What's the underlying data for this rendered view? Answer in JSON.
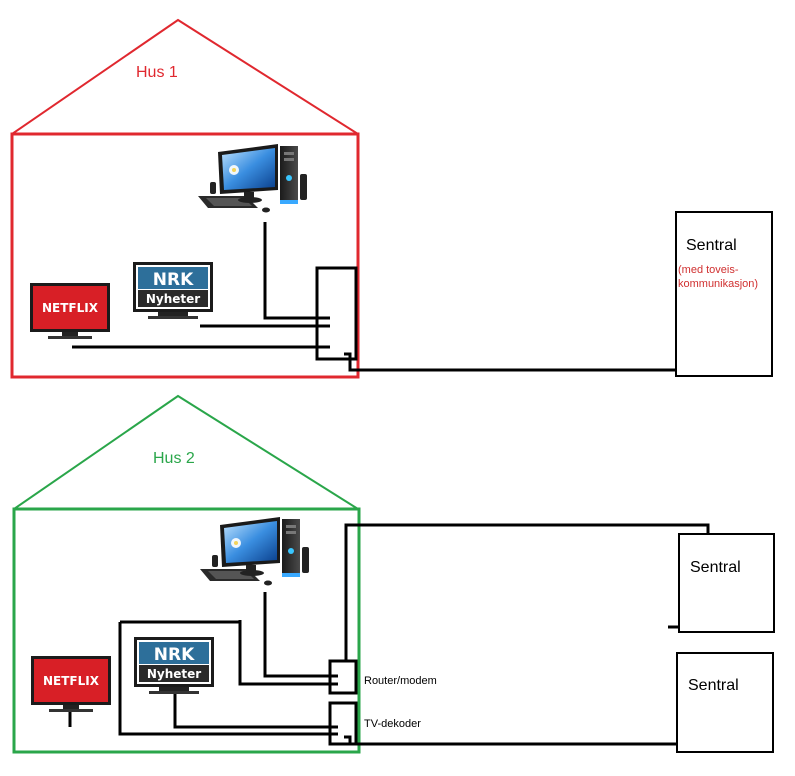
{
  "colors": {
    "house1": "#e0282f",
    "house2": "#2aa64a",
    "wire": "#000000",
    "netflix_red": "#d81f26",
    "nrk_blue": "#2d6f9a",
    "note_red": "#d03030"
  },
  "house1": {
    "title": "Hus 1",
    "sentral": {
      "title": "Sentral",
      "note": "(med toveis-kommunikasjon)"
    },
    "devices": {
      "netflix": "NETFLIX",
      "nrk_logo": "NRK",
      "nrk_text": "Nyheter"
    }
  },
  "house2": {
    "title": "Hus 2",
    "router_label": "Router/modem",
    "decoder_label": "TV-dekoder",
    "sentral_top": {
      "title": "Sentral"
    },
    "sentral_bottom": {
      "title": "Sentral"
    },
    "devices": {
      "netflix": "NETFLIX",
      "nrk_logo": "NRK",
      "nrk_text": "Nyheter"
    }
  },
  "icons": [
    "desktop-computer-icon",
    "netflix-tv-icon",
    "nrk-tv-icon"
  ]
}
